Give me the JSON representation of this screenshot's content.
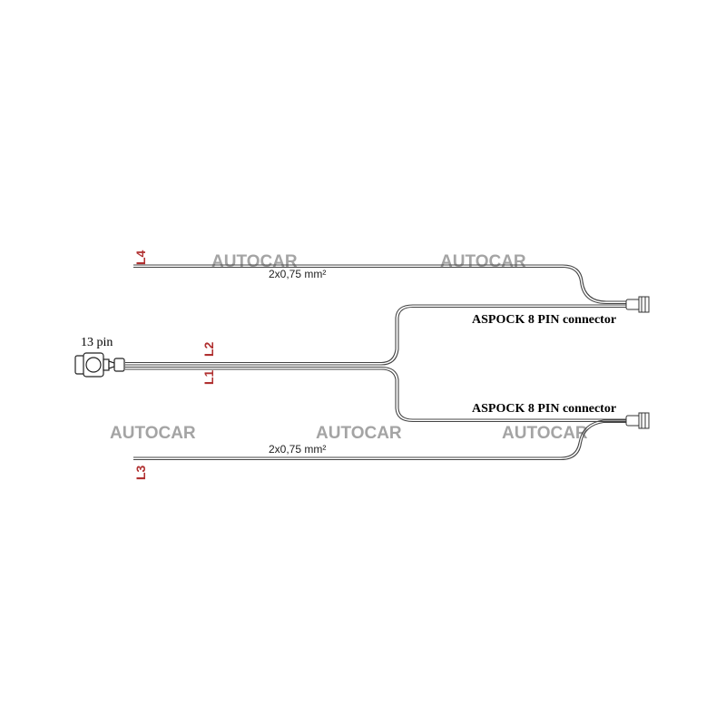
{
  "watermark": "AUTOCAR",
  "labels": {
    "l1": "L1",
    "l2": "L2",
    "l3": "L3",
    "l4": "L4"
  },
  "main_connector": "13 pin",
  "cable_spec_top": "2x0,75 mm²",
  "cable_spec_bottom": "2x0,75 mm²",
  "connector_top": "ASPOCK 8 PIN connector",
  "connector_bottom": "ASPOCK 8 PIN connector",
  "colors": {
    "label": "#b03030",
    "watermark": "#a4a4a4",
    "wire": "#444444"
  }
}
